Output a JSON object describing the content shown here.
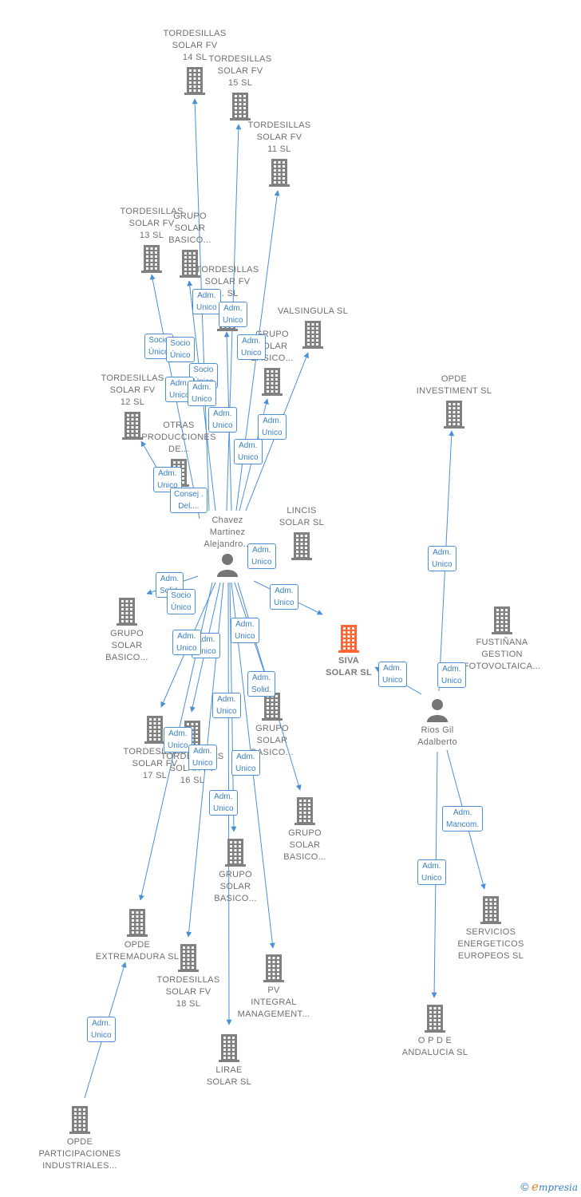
{
  "colors": {
    "building": "#808080",
    "focus_building": "#ff6633",
    "person": "#757575",
    "edge": "#4a90d9",
    "badge_border": "#4a90d9",
    "badge_text": "#3a7fc8"
  },
  "nodes": [
    {
      "id": "tfv14",
      "type": "company",
      "label": "TORDESILLAS\nSOLAR FV\n14 SL"
    },
    {
      "id": "tfv15",
      "type": "company",
      "label": "TORDESILLAS\nSOLAR FV\n15 SL"
    },
    {
      "id": "tfv11",
      "type": "company",
      "label": "TORDESILLAS\nSOLAR FV\n11 SL"
    },
    {
      "id": "tfv13",
      "type": "company",
      "label": "TORDESILLAS\nSOLAR FV\n13 SL"
    },
    {
      "id": "gsb1",
      "type": "company",
      "label": "GRUPO\nSOLAR\nBASICO..."
    },
    {
      "id": "tfvx",
      "type": "company",
      "label": "TORDESILLAS\nSOLAR FV\n... SL"
    },
    {
      "id": "valsingula",
      "type": "company",
      "label": "VALSINGULA SL"
    },
    {
      "id": "gsb2",
      "type": "company",
      "label": "GRUPO\nSOLAR\nBASICO..."
    },
    {
      "id": "tfv12",
      "type": "company",
      "label": "TORDESILLAS\nSOLAR FV\n12 SL"
    },
    {
      "id": "otras",
      "type": "company",
      "label": "OTRAS\nPRODUCCIONES\nDE..."
    },
    {
      "id": "opde_inv",
      "type": "company",
      "label": "OPDE\nINVESTIMENT SL"
    },
    {
      "id": "chavez",
      "type": "person",
      "label": "Chavez\nMartinez\nAlejandro..."
    },
    {
      "id": "lincis",
      "type": "company",
      "label": "LINCIS\nSOLAR SL"
    },
    {
      "id": "gsb3",
      "type": "company",
      "label": "GRUPO\nSOLAR\nBASICO..."
    },
    {
      "id": "siva",
      "type": "focus",
      "label": "SIVA\nSOLAR SL"
    },
    {
      "id": "fustinana",
      "type": "company",
      "label": "FUSTIÑANA\nGESTION\nFOTOVOLTAICA..."
    },
    {
      "id": "rios",
      "type": "person",
      "label": "Rios Gil\nAdalberto"
    },
    {
      "id": "tfv17",
      "type": "company",
      "label": "TORDESILLAS\nSOLAR FV\n17 SL"
    },
    {
      "id": "tfv16",
      "type": "company",
      "label": "TORDESILLAS\nSOLAR FV\n16 SL"
    },
    {
      "id": "gsb4",
      "type": "company",
      "label": "GRUPO\nSOLAR\nBASICO..."
    },
    {
      "id": "gsb5",
      "type": "company",
      "label": "GRUPO\nSOLAR\nBASICO..."
    },
    {
      "id": "gsb6",
      "type": "company",
      "label": "GRUPO\nSOLAR\nBASICO..."
    },
    {
      "id": "servicios",
      "type": "company",
      "label": "SERVICIOS\nENERGETICOS\nEUROPEOS SL"
    },
    {
      "id": "opde_ext",
      "type": "company",
      "label": "OPDE\nEXTREMADURA SL"
    },
    {
      "id": "tfv18",
      "type": "company",
      "label": "TORDESILLAS\nSOLAR FV\n18 SL"
    },
    {
      "id": "pv",
      "type": "company",
      "label": "PV\nINTEGRAL\nMANAGEMENT..."
    },
    {
      "id": "opde_and",
      "type": "company",
      "label": "O P D E\nANDALUCIA SL"
    },
    {
      "id": "lirae",
      "type": "company",
      "label": "LIRAE\nSOLAR SL"
    },
    {
      "id": "opde_part",
      "type": "company",
      "label": "OPDE\nPARTICIPACIONES\nINDUSTRIALES..."
    }
  ],
  "badges": [
    {
      "id": "b1",
      "label": "Adm.\nUnico"
    },
    {
      "id": "b2",
      "label": "Adm.\nUnico"
    },
    {
      "id": "b3",
      "label": "Socio\nÚnico"
    },
    {
      "id": "b4",
      "label": "Socio\nÚnico"
    },
    {
      "id": "b5",
      "label": "Adm.\nUnico"
    },
    {
      "id": "b6",
      "label": "Socio\nÚnico"
    },
    {
      "id": "b7",
      "label": "Adm.\nUnico"
    },
    {
      "id": "b8",
      "label": "Adm.\nUnico"
    },
    {
      "id": "b9",
      "label": "Adm.\nUnico"
    },
    {
      "id": "b10",
      "label": "Adm.\nUnico"
    },
    {
      "id": "b11",
      "label": "Adm.\nUnico"
    },
    {
      "id": "b12",
      "label": "Adm.\nUnico"
    },
    {
      "id": "b13",
      "label": "Consej .\nDel...."
    },
    {
      "id": "b14",
      "label": "Adm.\nUnico"
    },
    {
      "id": "b15",
      "label": "Adm.\nUnico"
    },
    {
      "id": "b16",
      "label": "Adm.\nUnico"
    },
    {
      "id": "b17",
      "label": "Adm.\nSolid."
    },
    {
      "id": "b18",
      "label": "Socio\nÚnico"
    },
    {
      "id": "b19",
      "label": "Adm.\nUnico"
    },
    {
      "id": "b20",
      "label": "Adm.\nUnico"
    },
    {
      "id": "b21",
      "label": "Adm.\nUnico"
    },
    {
      "id": "b22",
      "label": "Adm.\nSolid."
    },
    {
      "id": "b23",
      "label": "Adm.\nUnico"
    },
    {
      "id": "b24",
      "label": "Adm.\nUnico"
    },
    {
      "id": "b25",
      "label": "Adm.\nUnico"
    },
    {
      "id": "b26",
      "label": "Adm.\nUnico"
    },
    {
      "id": "b27",
      "label": "Adm.\nUnico"
    },
    {
      "id": "b28",
      "label": "Adm.\nUnico"
    },
    {
      "id": "b29",
      "label": "Adm.\nUnico"
    },
    {
      "id": "b30",
      "label": "Adm.\nUnico"
    },
    {
      "id": "b31",
      "label": "Adm.\nMancom."
    },
    {
      "id": "b32",
      "label": "Adm.\nUnico"
    },
    {
      "id": "b33",
      "label": "Socio\nÚnico"
    }
  ],
  "edges": [
    {
      "from": "chavez",
      "to": "tfv14"
    },
    {
      "from": "chavez",
      "to": "tfv15"
    },
    {
      "from": "chavez",
      "to": "tfv11"
    },
    {
      "from": "chavez",
      "to": "tfv13"
    },
    {
      "from": "chavez",
      "to": "gsb1"
    },
    {
      "from": "chavez",
      "to": "tfvx"
    },
    {
      "from": "chavez",
      "to": "valsingula"
    },
    {
      "from": "chavez",
      "to": "gsb2"
    },
    {
      "from": "chavez",
      "to": "tfv12"
    },
    {
      "from": "chavez",
      "to": "otras"
    },
    {
      "from": "chavez",
      "to": "siva"
    },
    {
      "from": "chavez",
      "to": "gsb3"
    },
    {
      "from": "chavez",
      "to": "tfv17"
    },
    {
      "from": "chavez",
      "to": "tfv16"
    },
    {
      "from": "chavez",
      "to": "gsb4"
    },
    {
      "from": "chavez",
      "to": "gsb5"
    },
    {
      "from": "chavez",
      "to": "gsb6"
    },
    {
      "from": "chavez",
      "to": "opde_ext"
    },
    {
      "from": "chavez",
      "to": "tfv18"
    },
    {
      "from": "chavez",
      "to": "pv"
    },
    {
      "from": "chavez",
      "to": "lirae"
    },
    {
      "from": "rios",
      "to": "opde_inv"
    },
    {
      "from": "rios",
      "to": "siva"
    },
    {
      "from": "rios",
      "to": "servicios"
    },
    {
      "from": "rios",
      "to": "opde_and"
    },
    {
      "from": "opde_part",
      "to": "opde_ext"
    }
  ],
  "footer": {
    "copyright": "©",
    "brand_initial": "e",
    "brand_rest": "mpresia"
  }
}
